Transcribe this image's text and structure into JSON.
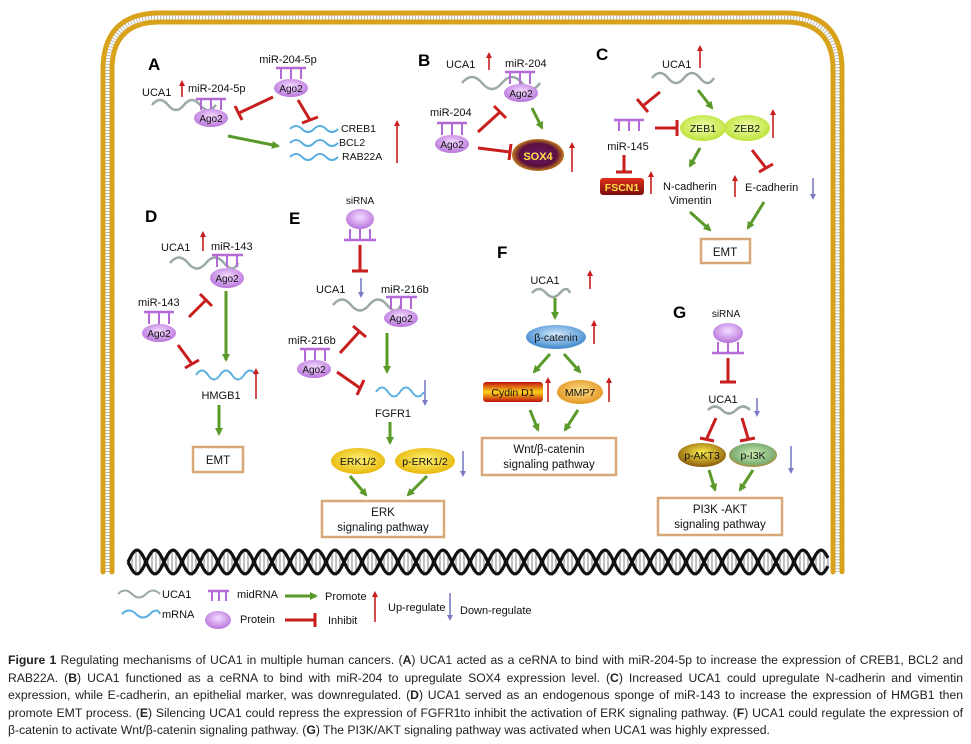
{
  "panels": {
    "A": {
      "label": "A",
      "uca1": "UCA1",
      "mir_bound": "miR-204-5p",
      "mir_free": "miR-204-5p",
      "ago": "Ago2",
      "targets": [
        "CREB1",
        "BCL2",
        "RAB22A"
      ]
    },
    "B": {
      "label": "B",
      "uca1": "UCA1",
      "mir_bound": "miR-204",
      "mir_free": "miR-204",
      "ago": "Ago2",
      "target": "SOX4"
    },
    "C": {
      "label": "C",
      "uca1": "UCA1",
      "mir": "miR-145",
      "zeb1": "ZEB1",
      "zeb2": "ZEB2",
      "fscn1": "FSCN1",
      "ncad": "N-cadherin",
      "vim": "Vimentin",
      "ecad": "E-cadherin",
      "emt": "EMT"
    },
    "D": {
      "label": "D",
      "uca1": "UCA1",
      "mir_bound": "miR-143",
      "mir_free": "miR-143",
      "ago": "Ago2",
      "target": "HMGB1",
      "emt": "EMT"
    },
    "E": {
      "label": "E",
      "sirna": "siRNA",
      "uca1": "UCA1",
      "mir_bound": "miR-216b",
      "mir_free": "miR-216b",
      "ago": "Ago2",
      "target": "FGFR1",
      "erk": "ERK1/2",
      "perk": "p-ERK1/2",
      "box_line1": "ERK",
      "box_line2": "signaling pathway"
    },
    "F": {
      "label": "F",
      "uca1": "UCA1",
      "bcat": "β-catenin",
      "cyclin": "Cydin D1",
      "mmp7": "MMP7",
      "box_line1": "Wnt/β-catenin",
      "box_line2": "signaling pathway"
    },
    "G": {
      "label": "G",
      "sirna": "siRNA",
      "uca1": "UCA1",
      "pakt3": "p-AKT3",
      "pi3k": "p-I3K",
      "box_line1": "PI3K -AKT",
      "box_line2": "signaling pathway"
    }
  },
  "legend": {
    "uca1": "UCA1",
    "mrna": "mRNA",
    "midrna": "midRNA",
    "protein": "Protein",
    "promote": "Promote",
    "inhibit": "Inhibit",
    "up": "Up-regulate",
    "down": "Down-regulate"
  },
  "colors": {
    "promote": "#5a9a2a",
    "inhibit": "#c81e1e",
    "up": "#c81e1e",
    "down": "#7b7bc4",
    "mirna": "#b36ad6",
    "uca1": "#9aa8a8",
    "mrna": "#5aaee0",
    "membrane": "#d9a21b"
  },
  "caption": {
    "fig_label": "Figure 1",
    "title": " Regulating mechanisms of UCA1 in multiple human cancers. ",
    "parts": [
      {
        "tag": "A",
        "text": " UCA1 acted as a ceRNA to bind with miR-204-5p to increase the expression of CREB1, BCL2 and RAB22A. "
      },
      {
        "tag": "B",
        "text": " UCA1 functioned as a ceRNA to bind with miR-204 to upregulate SOX4 expression level. "
      },
      {
        "tag": "C",
        "text": " Increased UCA1 could upregulate N-cadherin and vimentin expression, while E-cadherin, an epithelial marker, was downregulated. "
      },
      {
        "tag": "D",
        "text": " UCA1 served as an endogenous sponge of miR-143 to increase the expression of HMGB1 then promote EMT process. "
      },
      {
        "tag": "E",
        "text": " Silencing UCA1 could repress the expression of FGFR1to inhibit the activation of ERK signaling pathway. "
      },
      {
        "tag": "F",
        "text": " UCA1 could regulate the expression of β-catenin to activate Wnt/β-catenin signaling pathway. "
      },
      {
        "tag": "G",
        "text": " The PI3K/AKT signaling pathway was activated when UCA1  was highly expressed."
      }
    ]
  }
}
